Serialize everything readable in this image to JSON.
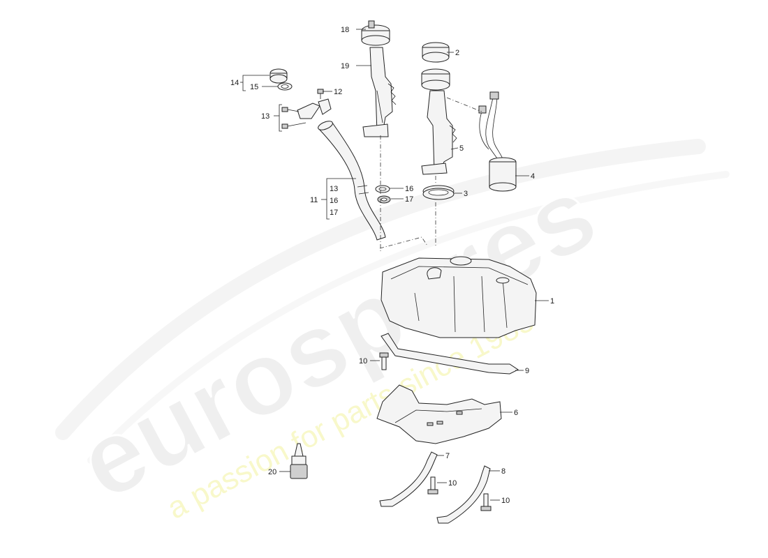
{
  "watermark": {
    "brand": "eurospares",
    "tagline": "a passion for parts since 1985"
  },
  "callouts": {
    "c1": "1",
    "c2": "2",
    "c3": "3",
    "c4": "4",
    "c5": "5",
    "c6": "6",
    "c7": "7",
    "c8": "8",
    "c9": "9",
    "c10a": "10",
    "c10b": "10",
    "c10c": "10",
    "c11": "11",
    "c11_13": "13",
    "c11_16": "16",
    "c11_17": "17",
    "c12": "12",
    "c13": "13",
    "c14": "14",
    "c15": "15",
    "c16": "16",
    "c17": "17",
    "c18": "18",
    "c19": "19",
    "c20": "20"
  }
}
